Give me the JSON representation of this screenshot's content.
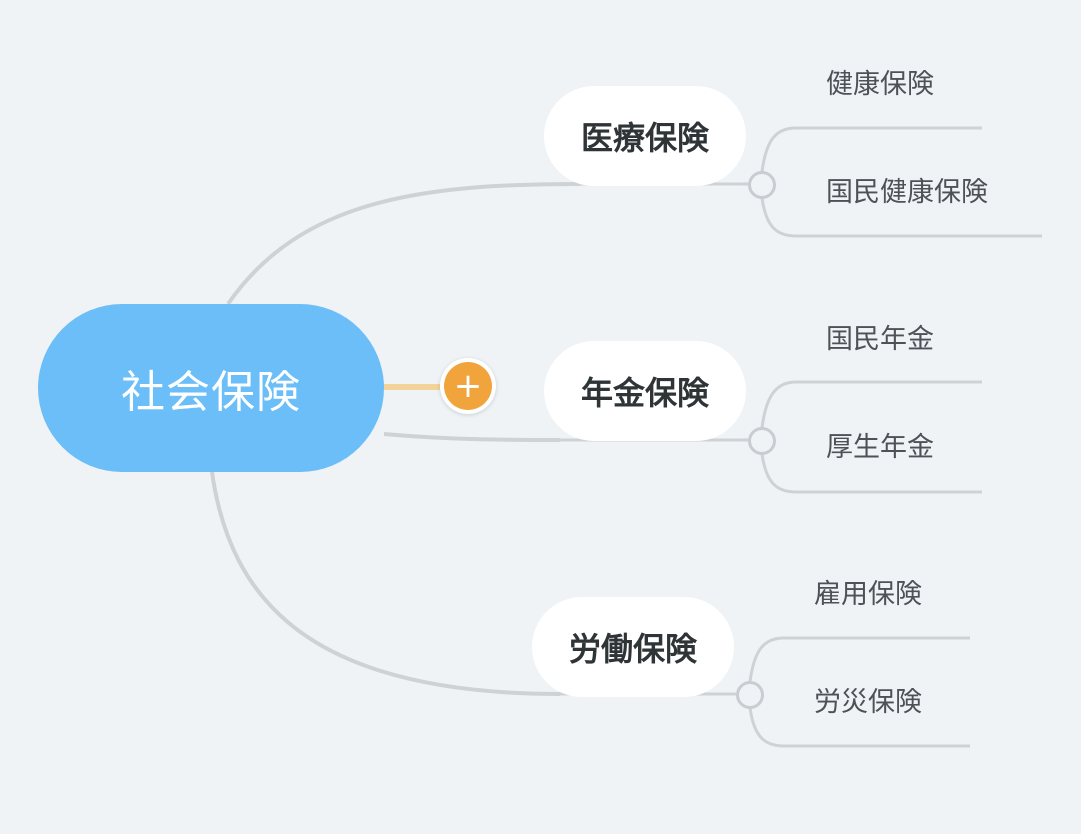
{
  "mindmap": {
    "root": {
      "label": "社会保険",
      "color": "#6bbef8"
    },
    "add_button": {
      "icon": "plus-icon",
      "glyph": "+",
      "color": "#f0a43b"
    },
    "branches": [
      {
        "label": "医療保険",
        "leaves": [
          "健康保険",
          "国民健康保険"
        ]
      },
      {
        "label": "年金保険",
        "leaves": [
          "国民年金",
          "厚生年金"
        ]
      },
      {
        "label": "労働保険",
        "leaves": [
          "雇用保険",
          "労災保険"
        ]
      }
    ],
    "colors": {
      "background": "#eff3f6",
      "connector": "#c9cdd1",
      "branch_text": "#2f3437",
      "leaf_text": "#4d5256"
    }
  }
}
